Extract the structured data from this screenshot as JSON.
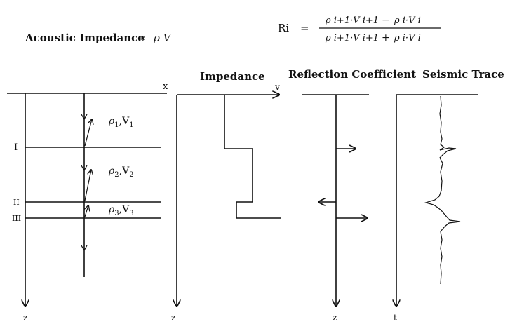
{
  "header": {
    "acoustic_label": "Acoustic Impedance",
    "equals": "=",
    "acoustic_rhs": "ρ V",
    "ri_lhs": "Ri",
    "ri_num_a": "ρ i+1·V i+1",
    "ri_minus": "−",
    "ri_num_b": "ρ i·V i",
    "ri_den_a": "ρ i+1·V i+1",
    "ri_plus": "+",
    "ri_den_b": "ρ i·V i"
  },
  "panels": {
    "model": {
      "x_label": "x",
      "z_label": "z",
      "interfaces": [
        "I",
        "II",
        "III"
      ],
      "layers": [
        {
          "rho": "ρ",
          "sub": "1",
          "sep": ",",
          "v": "V",
          "vsub": "1"
        },
        {
          "rho": "ρ",
          "sub": "2",
          "sep": ",",
          "v": "V",
          "vsub": "2"
        },
        {
          "rho": "ρ",
          "sub": "3",
          "sep": ",",
          "v": "V",
          "vsub": "3"
        }
      ]
    },
    "impedance": {
      "title": "Impedance",
      "axis_label": "v",
      "z_label": "z"
    },
    "reflection": {
      "title": "Reflection Coefficient",
      "z_label": "z"
    },
    "trace": {
      "title": "Seismic Trace",
      "t_label": "t"
    }
  }
}
